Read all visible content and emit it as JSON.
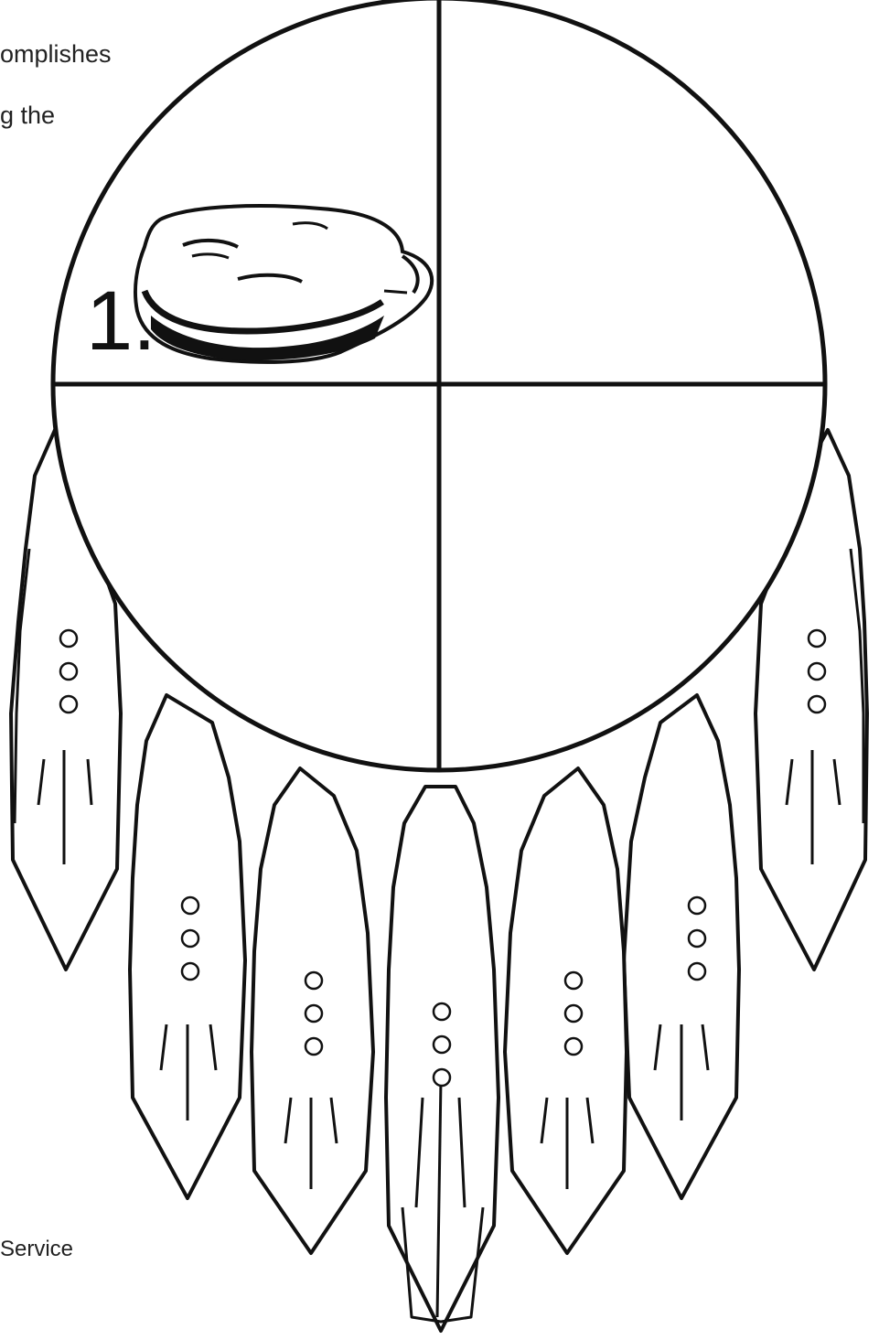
{
  "text": {
    "line1": "omplishes",
    "line2": "g the",
    "footer": "Service"
  },
  "quadrants": [
    {
      "label": "1.",
      "picture": "stone"
    },
    {
      "label": "",
      "picture": ""
    },
    {
      "label": "",
      "picture": ""
    },
    {
      "label": "",
      "picture": ""
    }
  ],
  "colors": {
    "ink": "#111111",
    "text": "#222222",
    "paper": "#ffffff"
  },
  "feather_dots_per_feather": 3
}
